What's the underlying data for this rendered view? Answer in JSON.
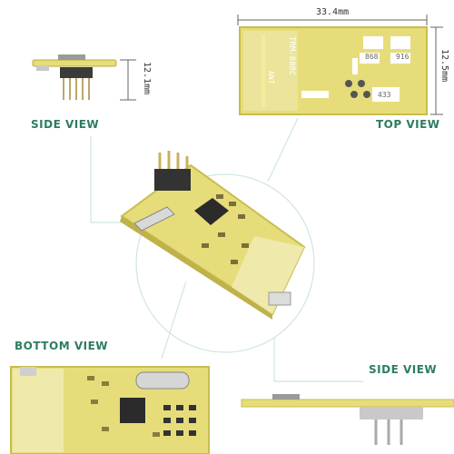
{
  "labels": {
    "side_view_top": "SIDE VIEW",
    "top_view": "TOP VIEW",
    "bottom_view": "BOTTOM VIEW",
    "side_view_bottom": "SIDE  VIEW"
  },
  "dimensions": {
    "width": "33.4mm",
    "height": "12.5mm",
    "side_height": "12.1mm"
  },
  "board_text": {
    "model": "TRM-888C",
    "ant": "ANT",
    "code1": "868",
    "code2": "916",
    "code3": "433"
  },
  "colors": {
    "label_green": "#2e7d5e",
    "pcb_yellow": "#e6dd7a",
    "pcb_edge": "#c8bd4e",
    "leader_line": "#b9dcd0"
  }
}
